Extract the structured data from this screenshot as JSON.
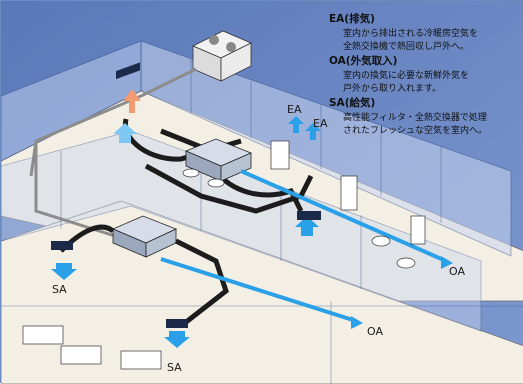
{
  "legend": [
    {
      "title": "EA(排気)",
      "lines": [
        "室内から排出される冷暖房空気を",
        "全熱交換機で熱回収し戸外へ。"
      ]
    },
    {
      "title": "OA(外気取入)",
      "lines": [
        "室内の換気に必要な新鮮外気を",
        "戸外から取り入れます。"
      ]
    },
    {
      "title": "SA(給気)",
      "lines": [
        "高性能フィルタ・全熱交換器で処理",
        "されたフレッシュな空気を室内へ。"
      ]
    }
  ],
  "labels": {
    "ea_left": "EA",
    "ea_right": "EA",
    "oa_upper": "OA",
    "oa_lower": "OA",
    "sa_left": "SA",
    "sa_bottom": "SA"
  },
  "colors": {
    "background_sky": "#5f7ebd",
    "floor": "#f4efe4",
    "duct_dark": "#1c1c1c",
    "fresh_air_blue": "#2aa0e8",
    "exhaust_orange": "#f29a70",
    "pipe_gray": "#8c8c8c"
  }
}
